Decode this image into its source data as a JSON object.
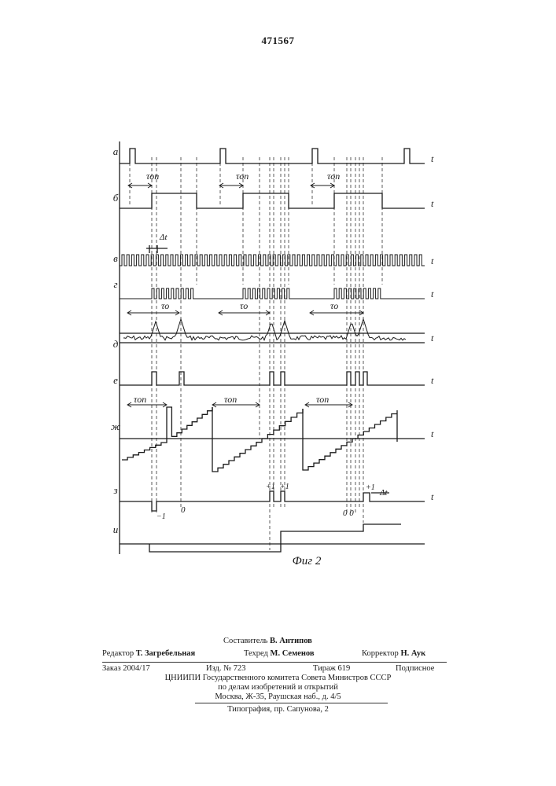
{
  "page_number": "471567",
  "figure": {
    "caption": "Фиг 2",
    "rows": [
      {
        "label": "а",
        "axis": "t"
      },
      {
        "label": "б",
        "axis": "t"
      },
      {
        "label": "в",
        "axis": "t"
      },
      {
        "label": "г",
        "axis": "t"
      },
      {
        "label": "д",
        "axis": "t"
      },
      {
        "label": "е",
        "axis": "t"
      },
      {
        "label": "ж",
        "axis": "t"
      },
      {
        "label": "з",
        "axis": "t"
      },
      {
        "label": "и",
        "axis": ""
      }
    ],
    "labels": {
      "tau_op": "τоп",
      "tau_o": "τо",
      "delta_t": "Δt",
      "plus_one": "+1",
      "minus_one": "−1",
      "zero": "0",
      "zero_zero": "0 0"
    }
  },
  "imprint": {
    "compiler": {
      "label": "Составитель",
      "name": "В. Антипов"
    },
    "editor": {
      "label": "Редактор",
      "name": "Т. Загребельная"
    },
    "techred": {
      "label": "Техред",
      "name": "М. Семенов"
    },
    "corrector": {
      "label": "Корректор",
      "name": "Н. Аук"
    },
    "order": "Заказ 2004/17",
    "edition": "Изд. № 723",
    "circulation": "Тираж 619",
    "subscription": "Подписное",
    "org_line1": "ЦНИИПИ Государственного комитета Совета Министров СССР",
    "org_line2": "по делам изобретений и открытий",
    "org_line3": "Москва, Ж-35, Раушская наб., д. 4/5",
    "printer": "Типография, пр. Сапунова, 2"
  }
}
